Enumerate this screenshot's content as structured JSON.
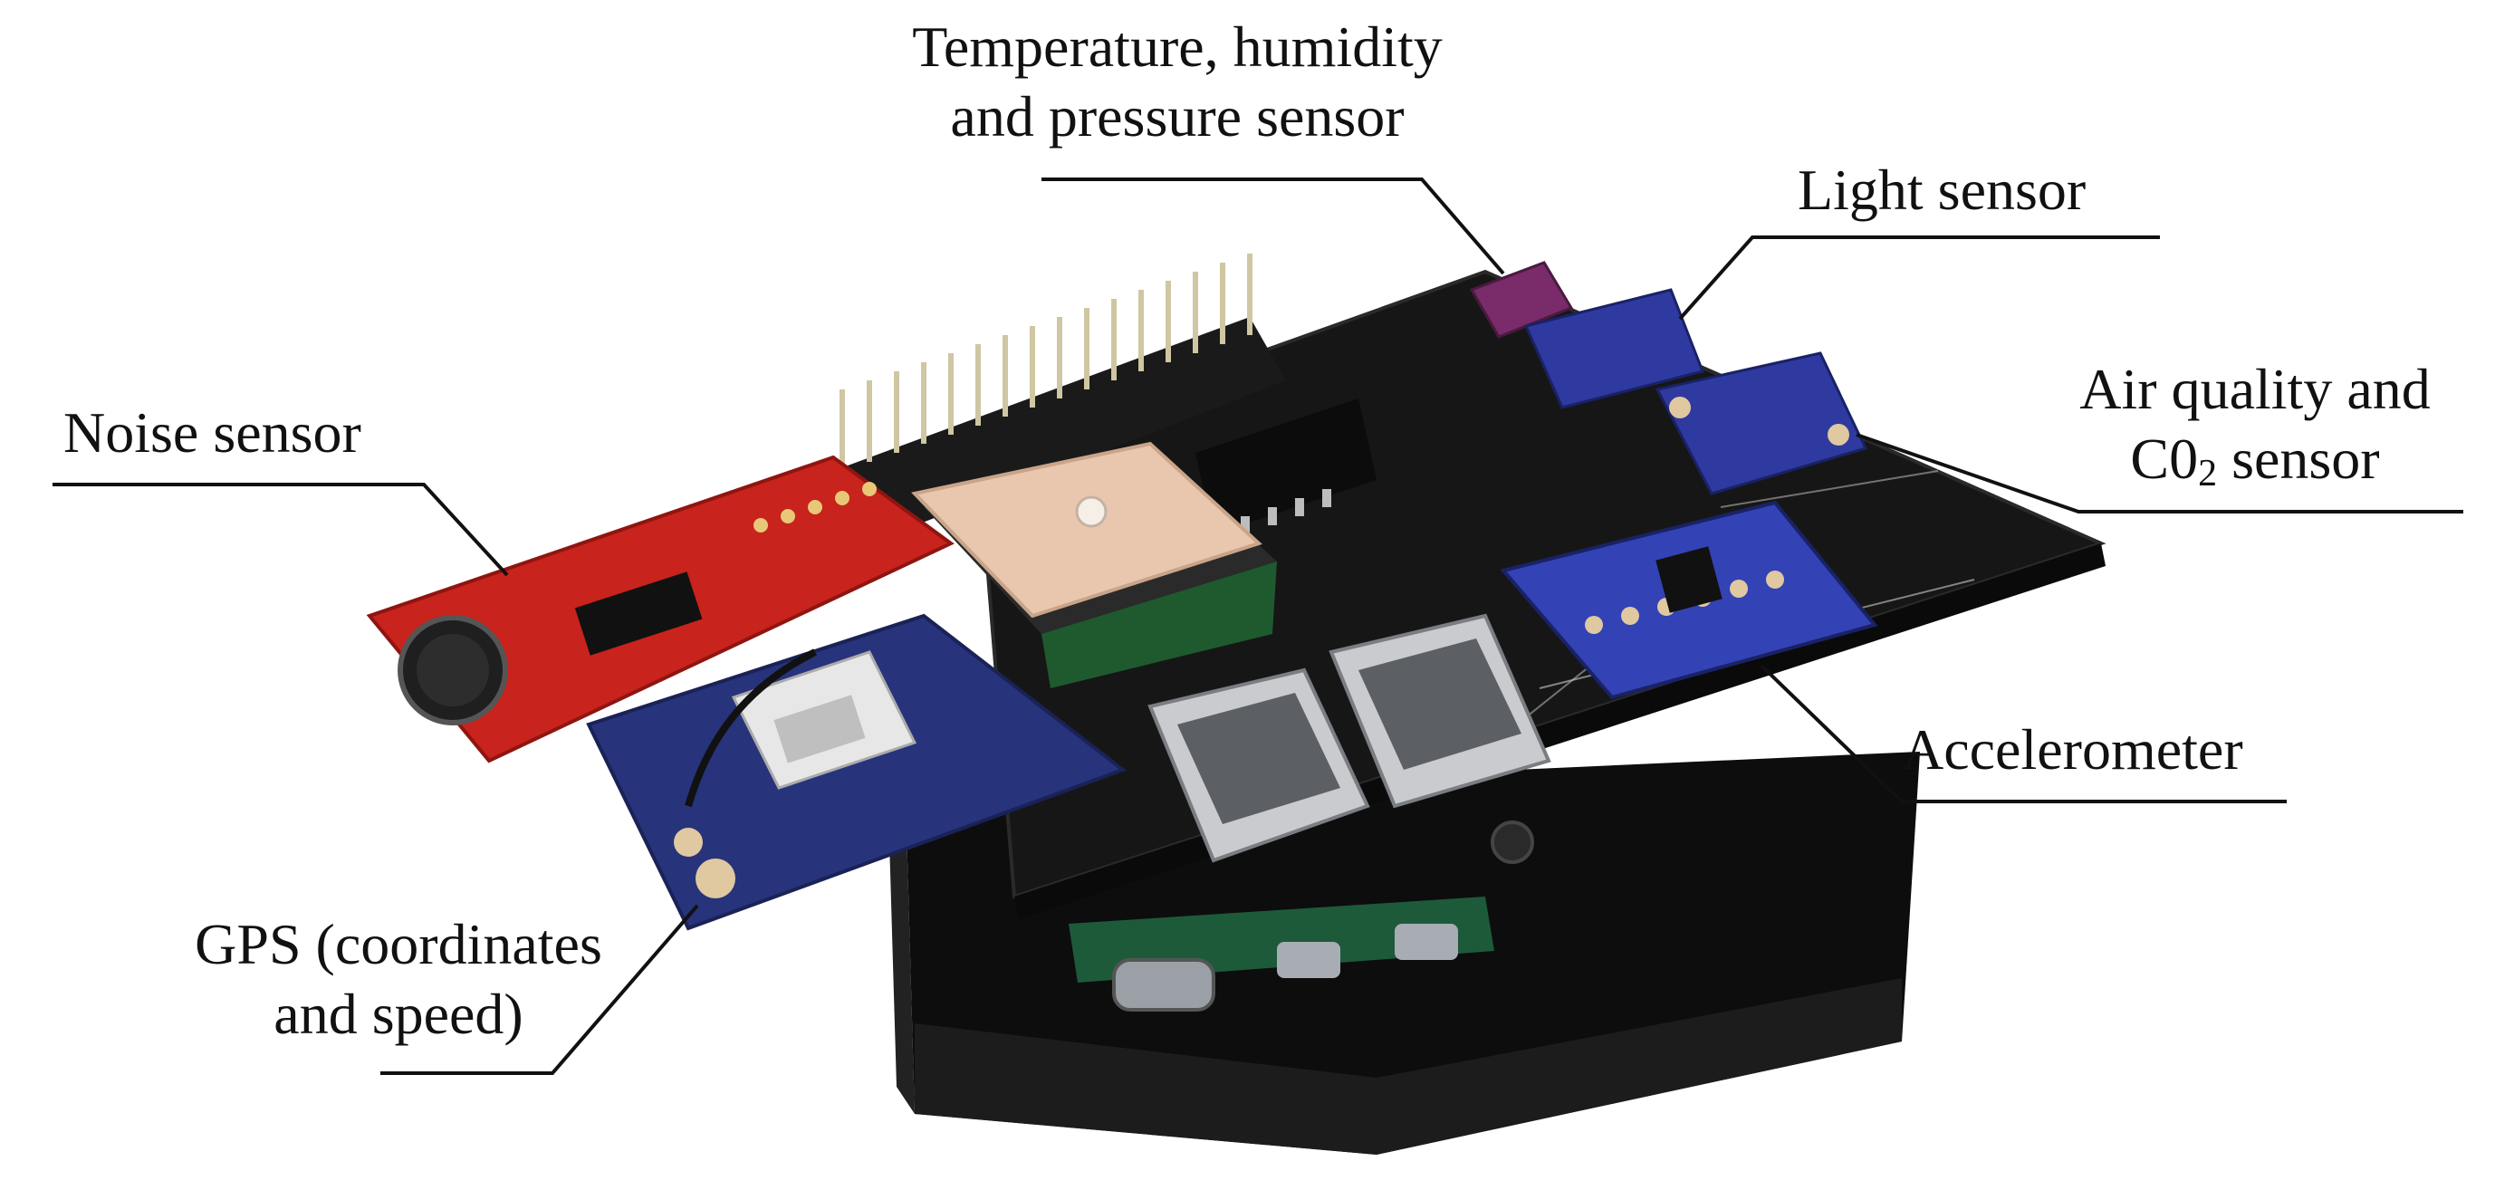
{
  "labels": {
    "temperature": {
      "line1": "Temperature, humidity",
      "line2": "and pressure sensor"
    },
    "light": {
      "text": "Light sensor"
    },
    "noise": {
      "text": "Noise sensor"
    },
    "air_quality": {
      "line1": "Air quality and",
      "line2_prefix": "C0",
      "line2_sub": "2",
      "line2_suffix": " sensor"
    },
    "accelerometer": {
      "text": "Accelerometer"
    },
    "gps": {
      "line1": "GPS (coordinates",
      "line2": "and speed)"
    }
  },
  "colors": {
    "board": "#151515",
    "case": "#0e0e0e",
    "noise_pcb": "#c8231c",
    "gps_pcb": "#27337a",
    "sensor_pcb": "#2e3aa0",
    "gps_antenna": "#e9c6ae",
    "usb_metal": "#c9cbcf",
    "pin_gold": "#c9b56e",
    "callout_line": "#111111"
  }
}
